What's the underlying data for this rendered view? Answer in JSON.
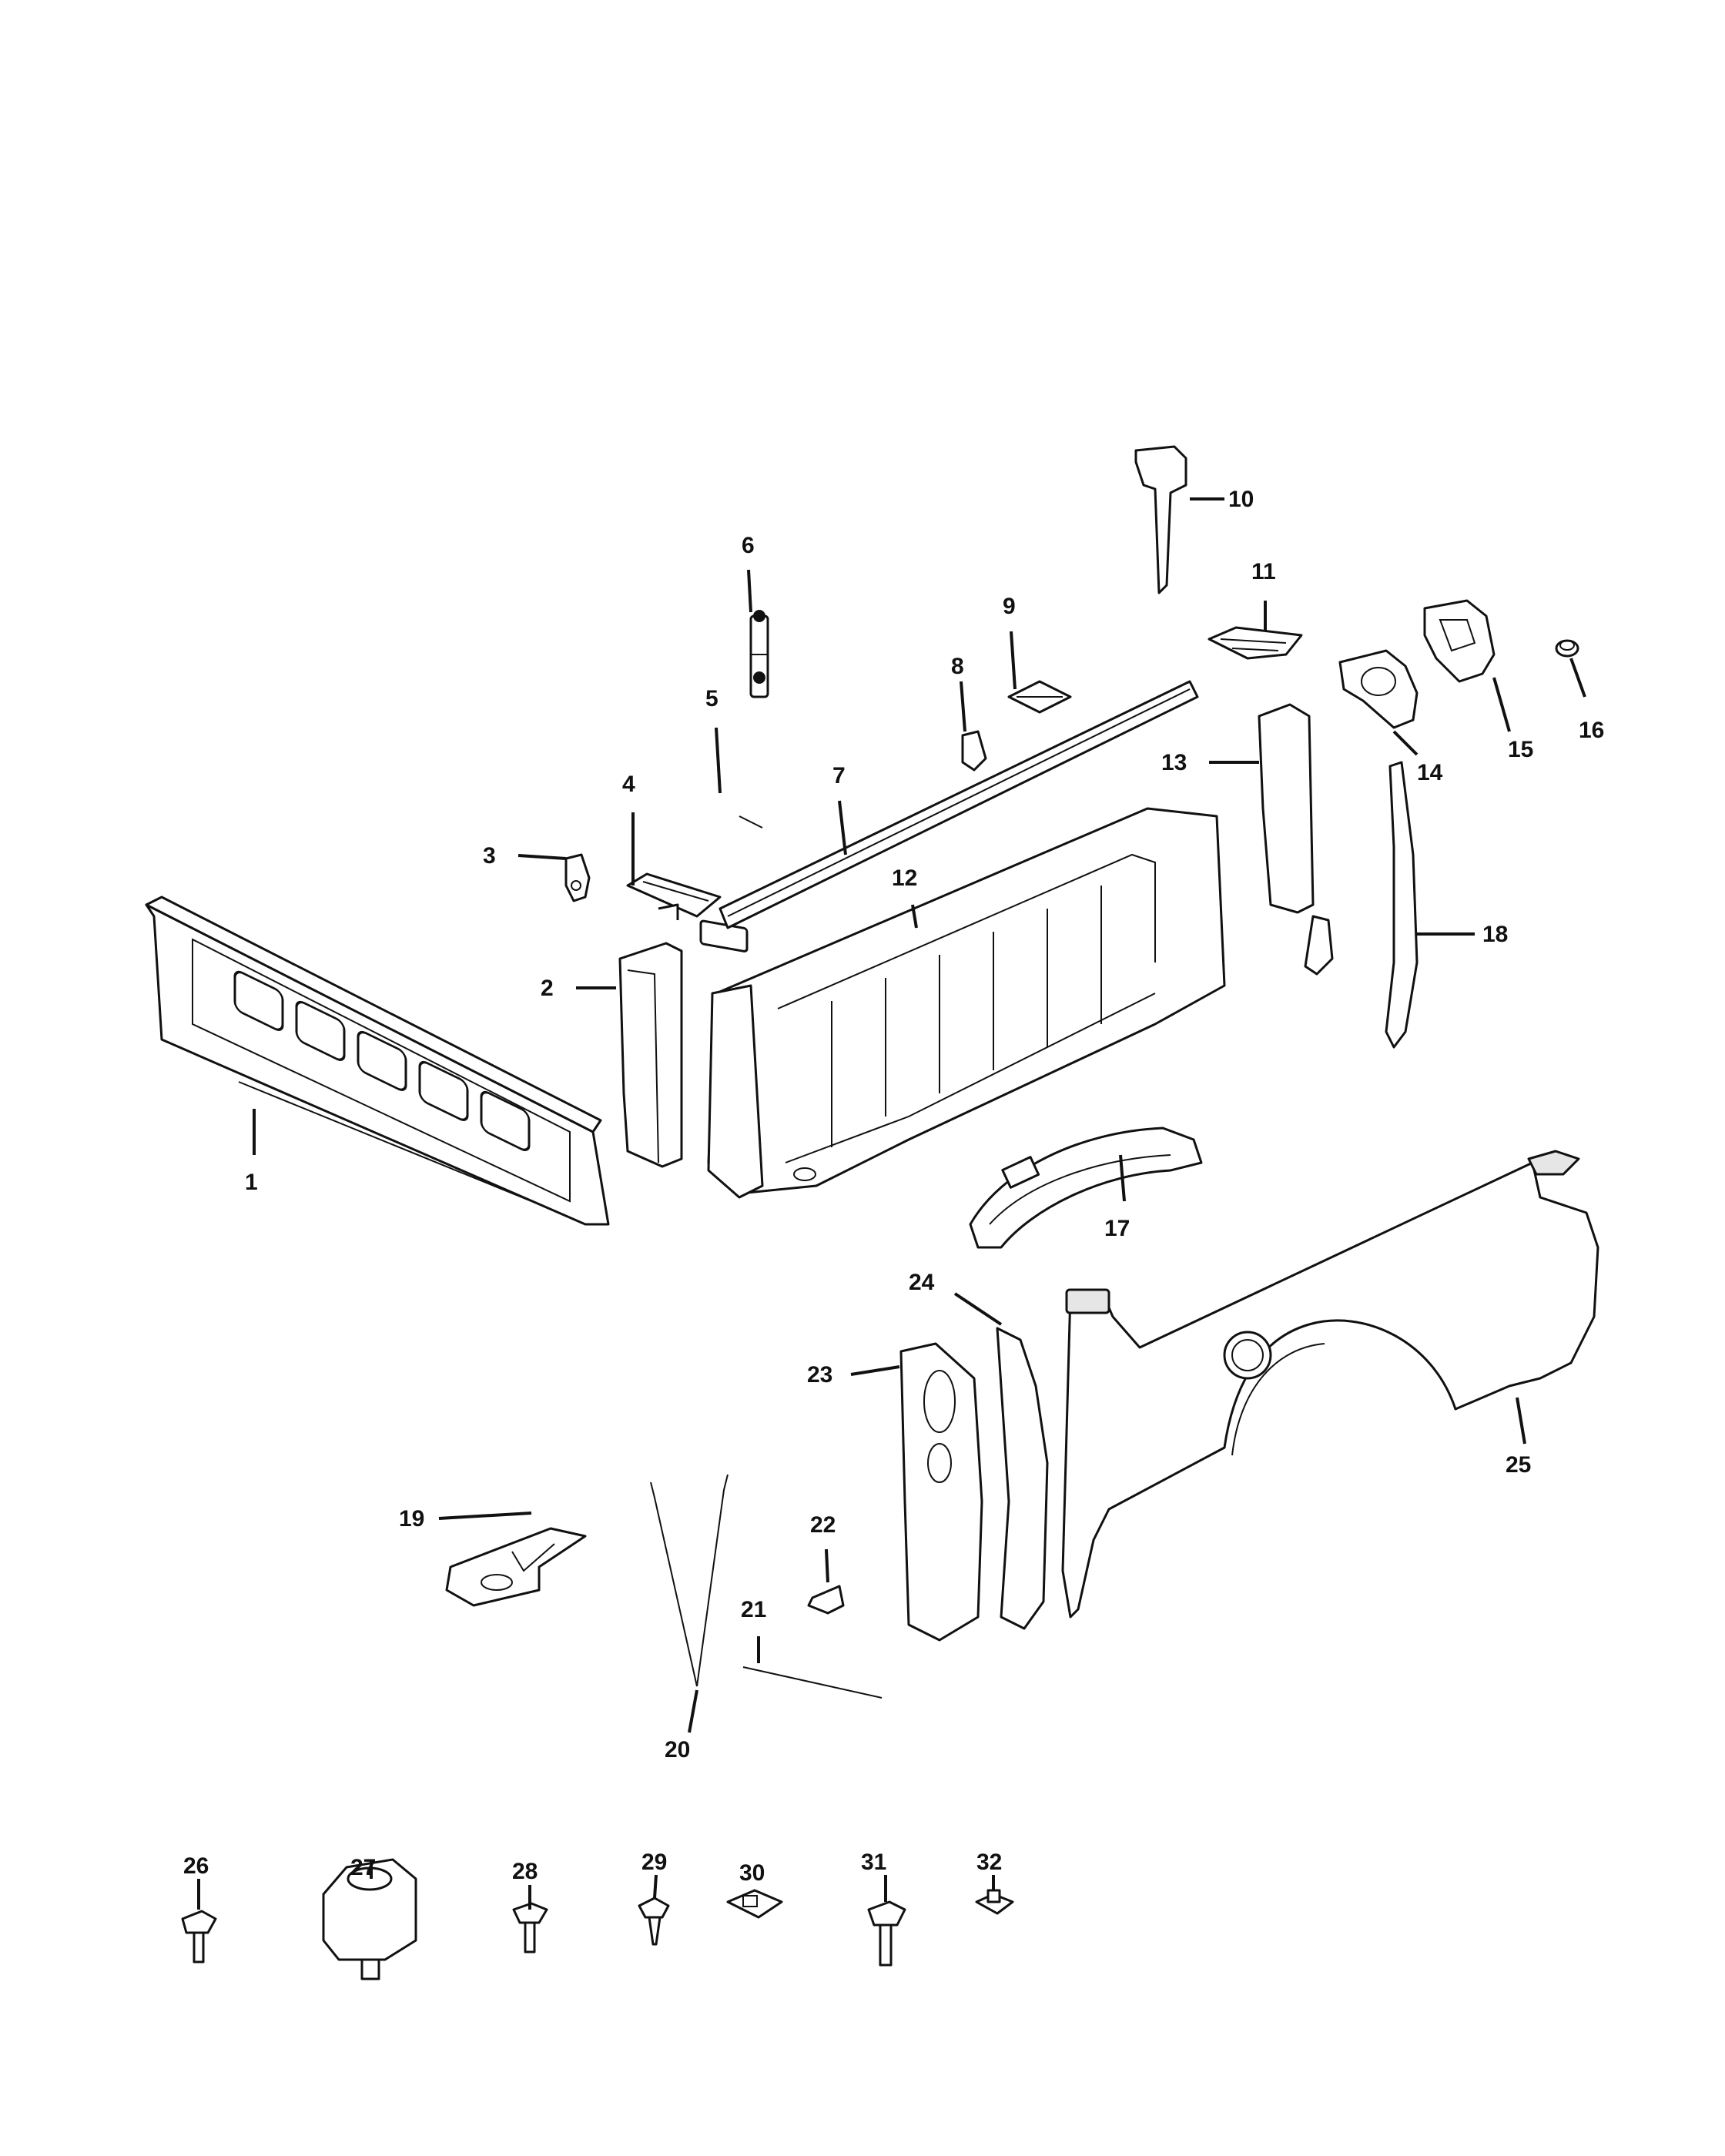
{
  "diagram": {
    "callouts": [
      "1",
      "2",
      "3",
      "4",
      "5",
      "6",
      "7",
      "8",
      "9",
      "10",
      "11",
      "12",
      "13",
      "14",
      "15",
      "16",
      "17",
      "18",
      "19",
      "20",
      "21",
      "22",
      "23",
      "24",
      "25",
      "26",
      "27",
      "28",
      "29",
      "30",
      "31",
      "32"
    ]
  }
}
